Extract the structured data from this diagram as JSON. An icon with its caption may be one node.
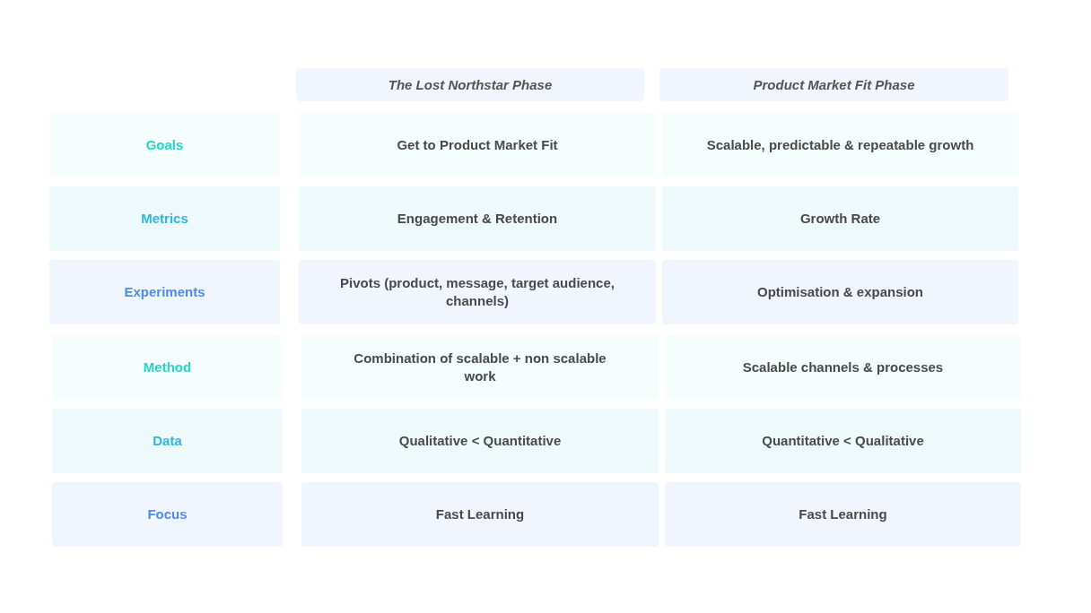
{
  "diagram": {
    "nodes": [
      {
        "text": [
          "The Lost Northstar Phase"
        ]
      },
      {
        "text": [
          "Product Market Fit Phase"
        ]
      },
      {
        "text": [
          "Goals"
        ]
      },
      {
        "text": [
          "Get to Product Market Fit"
        ]
      },
      {
        "text": [
          "Scalable, predictable & repeatable growth"
        ]
      },
      {
        "text": [
          "Metrics"
        ]
      },
      {
        "text": [
          "Engagement & Retention"
        ]
      },
      {
        "text": [
          "Growth Rate"
        ]
      },
      {
        "text": [
          "Experiments"
        ]
      },
      {
        "text": [
          "Pivots (product, message, target audience, channels)"
        ]
      },
      {
        "text": [
          "Optimisation & expansion"
        ]
      },
      {
        "text": [
          "Method"
        ]
      },
      {
        "text": [
          "Combination of scalable + non scalable work"
        ]
      },
      {
        "text": [
          "Scalable channels & processes"
        ]
      },
      {
        "text": [
          "Data"
        ]
      },
      {
        "text": [
          "Qualitative < Quantitative"
        ]
      },
      {
        "text": [
          "Quantitative < Qualitative"
        ]
      },
      {
        "text": [
          "Focus"
        ]
      },
      {
        "text": [
          "Fast Learning"
        ]
      },
      {
        "text": [
          "Fast Learning"
        ]
      }
    ]
  }
}
